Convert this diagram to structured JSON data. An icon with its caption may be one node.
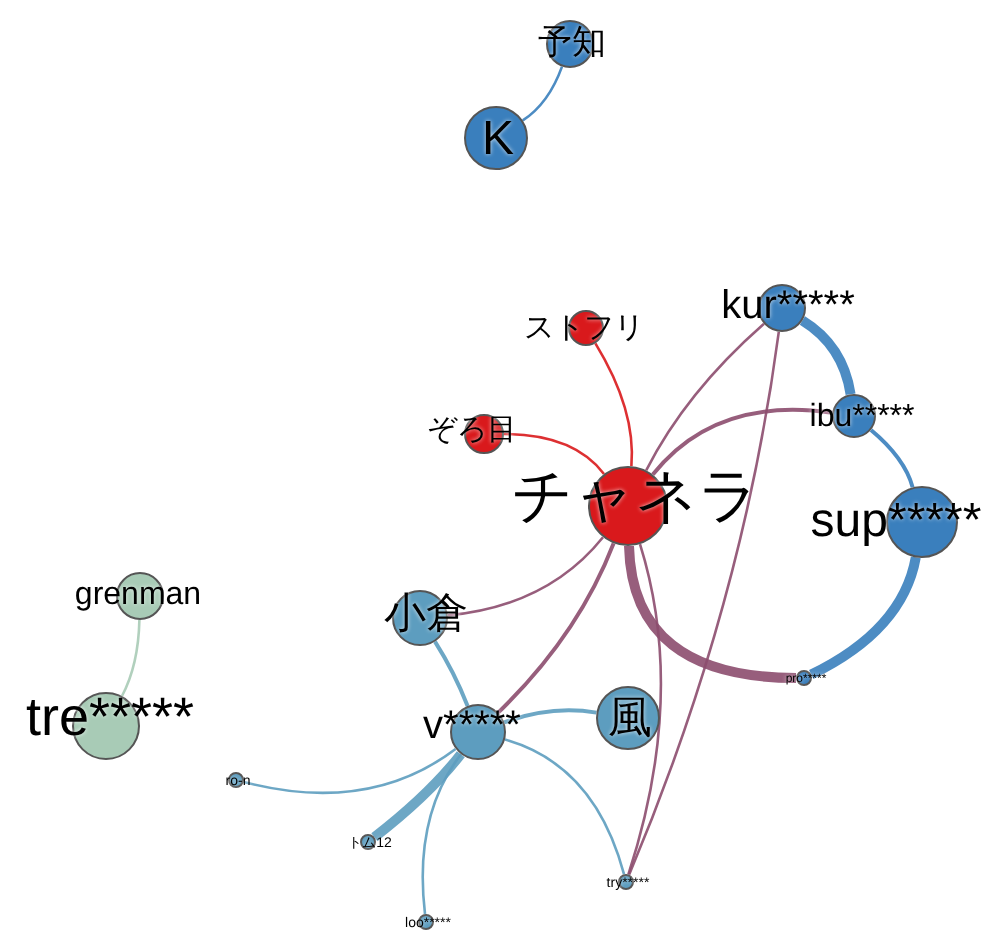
{
  "diagram": {
    "nodes": [
      {
        "text": [
          "予知"
        ]
      },
      {
        "text": [
          "K"
        ]
      },
      {
        "text": [
          "ストフリ"
        ]
      },
      {
        "text": [
          "ぞろ目"
        ]
      },
      {
        "text": [
          "チャネラ"
        ]
      },
      {
        "text": [
          "kur*****"
        ]
      },
      {
        "text": [
          "ibu*****"
        ]
      },
      {
        "text": [
          "sup*****"
        ]
      },
      {
        "text": [
          "pro*****"
        ]
      },
      {
        "text": [
          "grenman"
        ]
      },
      {
        "text": [
          "tre*****"
        ]
      },
      {
        "text": [
          "小倉"
        ]
      },
      {
        "text": [
          "v*****"
        ]
      },
      {
        "text": [
          "風"
        ]
      },
      {
        "text": [
          "ro-n"
        ]
      },
      {
        "text": [
          "トム12"
        ]
      },
      {
        "text": [
          "loo*****"
        ]
      },
      {
        "text": [
          "try*****"
        ]
      }
    ],
    "edges": [
      {
        "from": 0,
        "to": 1,
        "arrow": "none",
        "color": "#3a7fbd"
      },
      {
        "from": 2,
        "to": 4,
        "arrow": "none",
        "color": "#d9191c"
      },
      {
        "from": 3,
        "to": 4,
        "arrow": "none",
        "color": "#d9191c"
      },
      {
        "from": 4,
        "to": 5,
        "arrow": "none",
        "color": "#8c4d6e"
      },
      {
        "from": 4,
        "to": 6,
        "arrow": "none",
        "color": "#8c4d6e"
      },
      {
        "from": 4,
        "to": 8,
        "arrow": "none",
        "color": "#8c4d6e",
        "style": "thick"
      },
      {
        "from": 4,
        "to": 11,
        "arrow": "none",
        "color": "#8c4d6e"
      },
      {
        "from": 4,
        "to": 12,
        "arrow": "none",
        "color": "#8c4d6e"
      },
      {
        "from": 4,
        "to": 17,
        "arrow": "none",
        "color": "#8c4d6e"
      },
      {
        "from": 5,
        "to": 17,
        "arrow": "none",
        "color": "#8c4d6e"
      },
      {
        "from": 5,
        "to": 6,
        "arrow": "none",
        "color": "#3a7fbd",
        "style": "thick"
      },
      {
        "from": 6,
        "to": 7,
        "arrow": "none",
        "color": "#3a7fbd"
      },
      {
        "from": 7,
        "to": 8,
        "arrow": "none",
        "color": "#3a7fbd",
        "style": "thick"
      },
      {
        "from": 9,
        "to": 10,
        "arrow": "none",
        "color": "#a8cbb6"
      },
      {
        "from": 11,
        "to": 12,
        "arrow": "none"
      },
      {
        "from": 12,
        "to": 13,
        "arrow": "none"
      },
      {
        "from": 12,
        "to": 14,
        "arrow": "none"
      },
      {
        "from": 12,
        "to": 15,
        "arrow": "none",
        "style": "thick"
      },
      {
        "from": 12,
        "to": 16,
        "arrow": "none"
      },
      {
        "from": 12,
        "to": 17,
        "arrow": "none"
      }
    ]
  }
}
